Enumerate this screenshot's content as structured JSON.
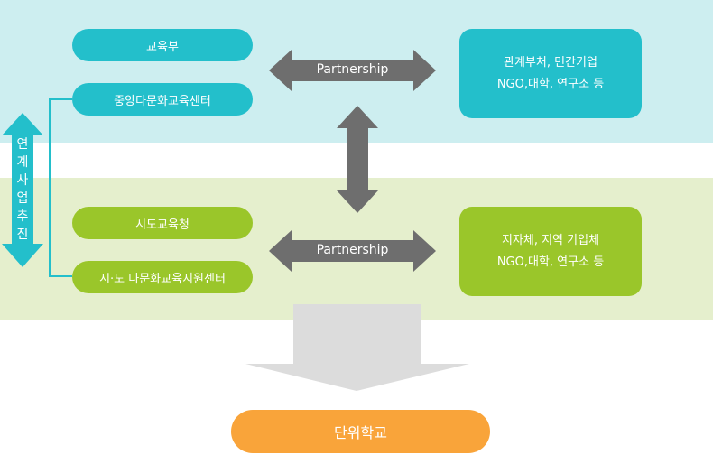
{
  "top": {
    "items": [
      "교육부",
      "중앙다문화교육센터"
    ],
    "partnership_label": "Partnership",
    "partners_line1": "관계부처, 민간기업",
    "partners_line2": "NGO,대학, 연구소 등"
  },
  "bottom": {
    "items": [
      "시도교육청",
      "시·도 다문화교육지원센터"
    ],
    "partnership_label": "Partnership",
    "partners_line1": "지자체, 지역 기업체",
    "partners_line2": "NGO,대학, 연구소 등"
  },
  "side_label": [
    "연",
    "계",
    "사",
    "업",
    "추",
    "진"
  ],
  "school_label": "단위학교",
  "colors": {
    "teal": "#23bfcb",
    "green": "#9ac62a",
    "arrow": "#6e6e6e",
    "orange": "#f9a43a",
    "big_arrow": "#dcdcdc"
  }
}
